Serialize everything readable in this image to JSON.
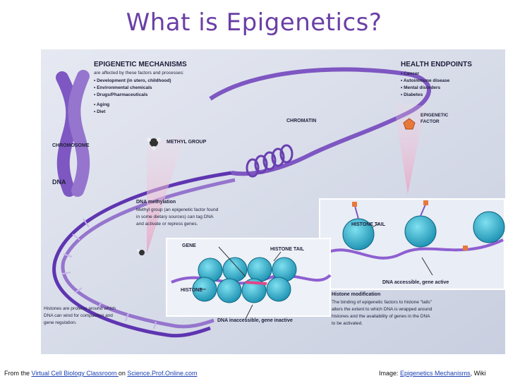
{
  "slide": {
    "title": "What is Epigenetics?"
  },
  "figure": {
    "mechanisms_heading": "EPIGENETIC MECHANISMS",
    "mechanisms_intro_1": "are affected by these factors and processes:",
    "mechanisms_items": [
      "Development (in utero, childhood)",
      "Environmental chemicals",
      "Drugs/Pharmaceuticals",
      "Aging",
      "Diet"
    ],
    "health_heading": "HEALTH ENDPOINTS",
    "health_items": [
      "Cancer",
      "Autoimmune disease",
      "Mental disorders",
      "Diabetes"
    ],
    "chromosome_label": "CHROMOSOME",
    "chromatin_label": "CHROMATIN",
    "methyl_group_label": "METHYL GROUP",
    "dna_label": "DNA",
    "epigenetic_factor_label_1": "EPIGENETIC",
    "epigenetic_factor_label_2": "FACTOR",
    "dna_methylation_heading": "DNA methylation",
    "dna_methylation_lines": [
      "Methyl group (an epigenetic factor found",
      "in some dietary sources) can tag DNA",
      "and activate or repress genes."
    ],
    "histone_tail_label_right": "HISTONE TAIL",
    "gene_label": "GENE",
    "histone_tail_label_mid": "HISTONE TAIL",
    "histone_label": "HISTONE",
    "dna_accessible_label": "DNA accessible, gene active",
    "histone_mod_heading": "Histone modification",
    "histone_mod_lines": [
      "The binding of epigenetic factors to histone \"tails\"",
      "alters the extent to which DNA is wrapped around",
      "histones and the availability of genes in the DNA",
      "to be activated."
    ],
    "histones_note_lines": [
      "Histones are proteins around which",
      "DNA can wind for compaction and",
      "gene regulation."
    ],
    "dna_inaccessible_label": "DNA inaccessible, gene inactive"
  },
  "footer": {
    "left_prefix": "From the ",
    "left_link_1": "Virtual Cell Biology Classroom ",
    "left_mid": "on ",
    "left_link_2": "Science.Prof.Online.com",
    "right_prefix": "Image: ",
    "right_link": "Epigenetics Mechanisms",
    "right_suffix": ", Wiki"
  }
}
